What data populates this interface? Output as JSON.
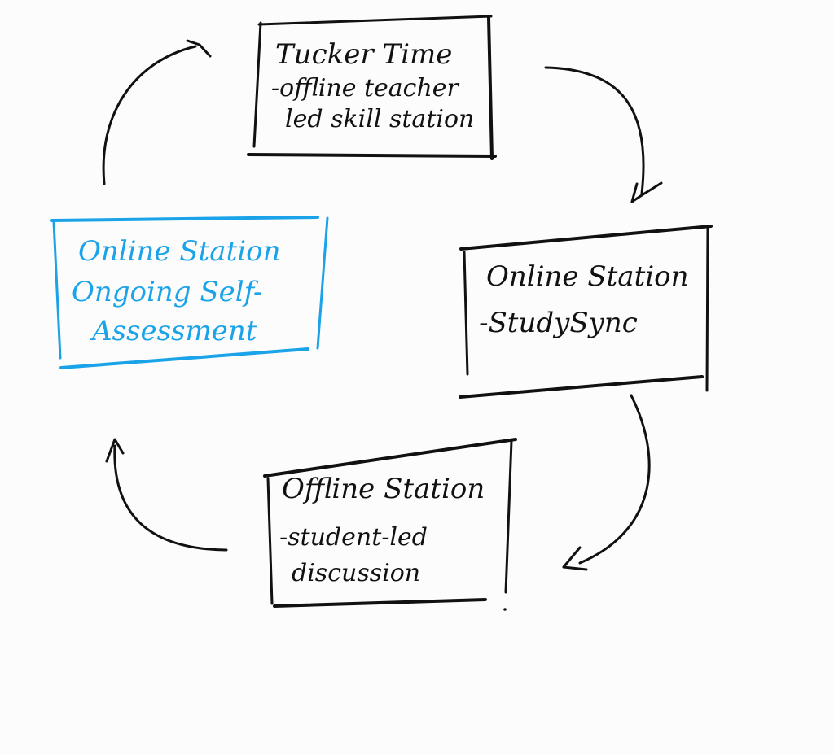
{
  "colors": {
    "background": "#fcfcfc",
    "ink": "#111111",
    "accent_blue": "#1aa3e8"
  },
  "diagram": {
    "type": "cycle",
    "nodes": [
      {
        "id": "tucker",
        "lines": [
          "Tucker Time",
          "-offline teacher",
          "led skill station"
        ],
        "color": "#111111"
      },
      {
        "id": "online-studysync",
        "lines": [
          "Online Station",
          "-StudySync"
        ],
        "color": "#111111"
      },
      {
        "id": "offline-discussion",
        "lines": [
          "Offline Station",
          "-student-led",
          "discussion"
        ],
        "color": "#111111"
      },
      {
        "id": "online-assessment",
        "lines": [
          "Online Station",
          "Ongoing Self-",
          "Assessment"
        ],
        "color": "#1aa3e8"
      }
    ],
    "edges": [
      {
        "from": "tucker",
        "to": "online-studysync"
      },
      {
        "from": "online-studysync",
        "to": "offline-discussion"
      },
      {
        "from": "offline-discussion",
        "to": "online-assessment"
      },
      {
        "from": "online-assessment",
        "to": "tucker"
      }
    ]
  }
}
